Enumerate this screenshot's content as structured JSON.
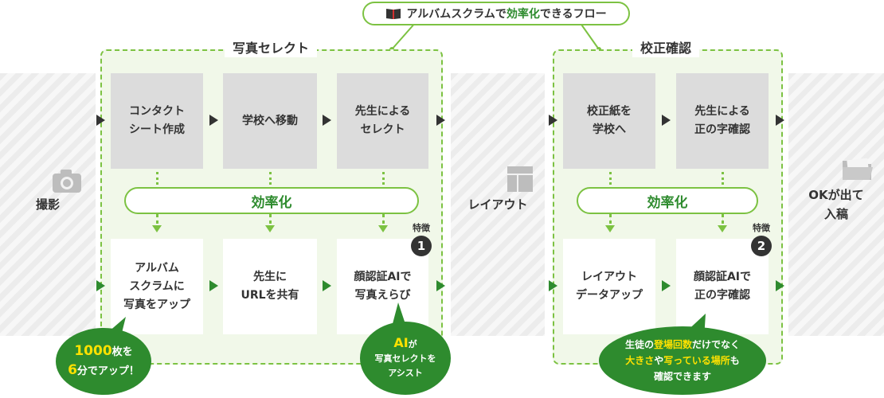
{
  "title": {
    "icon": "book-icon",
    "text_before": "アルバムスクラムで",
    "text_highlight": "効率化",
    "text_after": "できるフロー"
  },
  "columns": {
    "shooting": {
      "label": "撮影",
      "icon": "camera-icon"
    },
    "layout": {
      "label": "レイアウト",
      "icon": "layout-icon"
    },
    "ok": {
      "label_line1": "OKが出て",
      "label_line2": "入稿",
      "icon": "folder-icon"
    }
  },
  "photo_select": {
    "title": "写真セレクト",
    "top_steps": [
      {
        "line1": "コンタクト",
        "line2": "シート作成"
      },
      {
        "line1": "学校へ移動",
        "line2": ""
      },
      {
        "line1": "先生による",
        "line2": "セレクト"
      }
    ],
    "efficiency_label": "効率化",
    "bottom_steps": [
      {
        "line1": "アルバム",
        "line2": "スクラムに",
        "line3": "写真をアップ"
      },
      {
        "line1": "先生に",
        "line2": "URLを共有",
        "line3": ""
      },
      {
        "line1": "顔認証AIで",
        "line2": "写真えらび",
        "line3": ""
      }
    ],
    "feature": {
      "label": "特徴",
      "number": "1"
    },
    "bubble_left": {
      "line1_hl": "1000",
      "line1_rest": "枚を",
      "line2_hl": "6",
      "line2_rest": "分でアップ！"
    },
    "bubble_right": {
      "line1_hl": "AI",
      "line1_rest": "が",
      "line2": "写真セレクトを",
      "line3": "アシスト"
    }
  },
  "proofing": {
    "title": "校正確認",
    "top_steps": [
      {
        "line1": "校正紙を",
        "line2": "学校へ"
      },
      {
        "line1": "先生による",
        "line2": "正の字確認"
      }
    ],
    "efficiency_label": "効率化",
    "bottom_steps": [
      {
        "line1": "レイアウト",
        "line2": "データアップ"
      },
      {
        "line1": "顔認証AIで",
        "line2": "正の字確認"
      }
    ],
    "feature": {
      "label": "特徴",
      "number": "2"
    },
    "bubble": {
      "l1_a": "生徒の",
      "l1_hl": "登場回数",
      "l1_b": "だけでなく",
      "l2_hl1": "大きさ",
      "l2_a": "や",
      "l2_hl2": "写っている場所",
      "l2_b": "も",
      "l3": "確認できます"
    }
  },
  "colors": {
    "green": "#2e8b2e",
    "light_green": "#7cc242",
    "highlight": "#ffe100",
    "dark": "#333333"
  }
}
